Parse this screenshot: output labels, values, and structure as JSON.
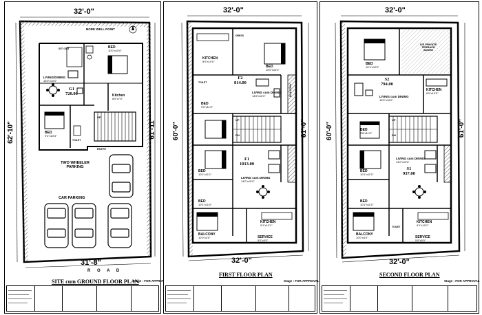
{
  "sheets": [
    {
      "title": "SITE cum GROUND FLOOR PLAN",
      "stage": "Stage : FOR APPROVAL",
      "dims": {
        "top": "32'-0\"",
        "left": "62'-10\"",
        "right": "61'-11\"",
        "bottom": "31'-8\""
      },
      "road": "R O A D",
      "rooms": {
        "borewell": "BORE WELL POINT",
        "sitout": "SIT OUT",
        "bed1": "BED",
        "bed1_size": "10'0\"x10'0\"",
        "living": "LIVING/DINING",
        "living_size": "15'0\"x10'0\"",
        "kitchen": "Kitchen",
        "kitchen_size": "8'0\"x7'0\"",
        "bed2": "BED",
        "bed2_size": "9'4\"x10'3\"",
        "toilet": "TOILET",
        "entry": "ENTRY",
        "up": "UP",
        "twowheeler": "TWO WHEELER PARKING",
        "carparking": "CAR PARKING"
      },
      "unit": {
        "name": "G1",
        "area": "720.00"
      }
    },
    {
      "title": "FIRST FLOOR PLAN",
      "stage": "Stage : FOR APPROVAL",
      "dims": {
        "top": "32'-0\"",
        "left": "60'-0\"",
        "right": "61'-0\"",
        "bottom": "32'-0\""
      },
      "rooms": {
        "kitchen_top": "KITCHEN",
        "kitchen_top_size": "9'0\"x10'0\"",
        "bed_top": "BED",
        "bed_top_size": "10'0\"x10'0\"",
        "living_top": "LIVING cum DINING",
        "living_top_size": "14'6\"x10'0\"",
        "bed_mid": "BED",
        "bed_mid_size": "9'0\"x11'0\"",
        "balcony": "BALCONY",
        "bed_low": "BED",
        "bed_low_size": "10'1\"x11'1\"",
        "living_low": "LIVING cum DINING",
        "living_low_size": "14'0\"x10'0\"",
        "bed_bottom": "BED",
        "bed_bottom_size": "10'1\"x11'0\"",
        "kitchen_low": "KITCHEN",
        "kitchen_low_size": "9'1\"x10'1\"",
        "balcony_bottom": "BALCONY",
        "balcony_bottom_size": "10'0\"x4'0\"",
        "service": "SERVICE",
        "service_size": "5'0\"x5'0\"",
        "toilet": "TOILET",
        "dress": "DRESS",
        "up": "UP",
        "dn": "DN"
      },
      "units": [
        {
          "name": "F2",
          "area": "814.00"
        },
        {
          "name": "F1",
          "area": "1013.00"
        }
      ]
    },
    {
      "title": "SECOND FLOOR PLAN",
      "stage": "Stage : FOR APPROVAL",
      "dims": {
        "top": "32'-0\"",
        "left": "60'-0\"",
        "right": "61'-0\"",
        "bottom": "32'-0\""
      },
      "rooms": {
        "bed_top": "BED",
        "bed_top_size": "10'1\"x10'0\"",
        "terrace": "S/S PRIVATE TERRACE ADDED",
        "kitchen_top": "KITCHEN",
        "kitchen_top_size": "6'0\"x10'0\"",
        "living_top": "LIVING cum DINING",
        "living_top_size": "15'3\"x10'0\"",
        "bed_mid": "BED",
        "bed_mid_size": "9'6\"x11'0\"",
        "bed_low": "BED",
        "bed_low_size": "10'1\"x11'0\"",
        "living_low": "LIVING cum DINING",
        "living_low_size": "14'0\"x10'0\"",
        "bed_bottom": "BED",
        "bed_bottom_size": "10'1\"x11'0\"",
        "kitchen_low": "KITCHEN",
        "kitchen_low_size": "9'1\"x10'1\"",
        "balcony": "BALCONY",
        "balcony_size": "10'0\"x4'0\"",
        "service": "SERVICE",
        "service_size": "5'0\"x5'0\"",
        "toilet": "TOILET",
        "up": "UP",
        "dn": "DN"
      },
      "units": [
        {
          "name": "S2",
          "area": "794.00"
        },
        {
          "name": "S1",
          "area": "937.00"
        }
      ]
    }
  ],
  "colors": {
    "line": "#000000",
    "hatch": "#555555",
    "paper": "#ffffff"
  }
}
